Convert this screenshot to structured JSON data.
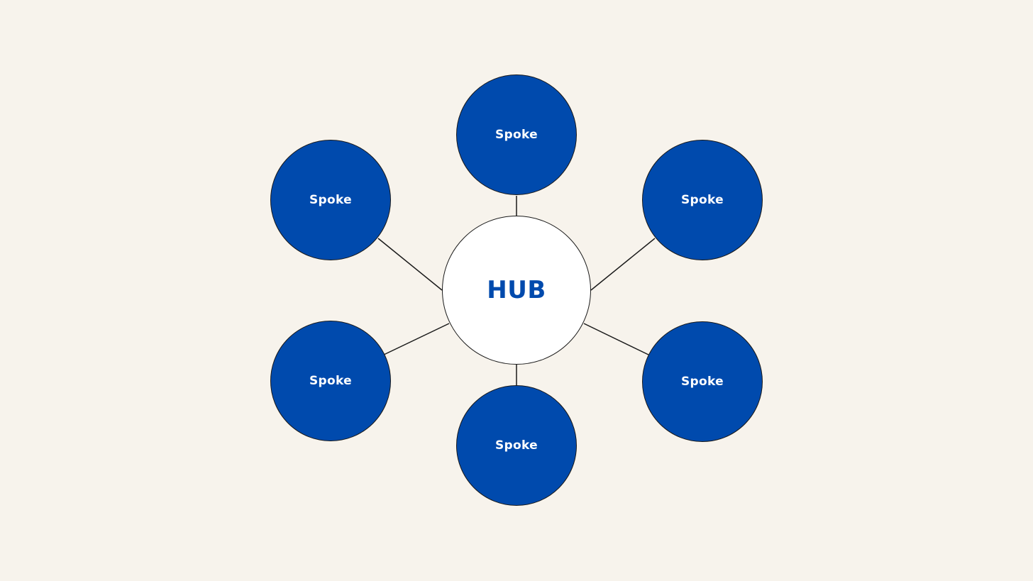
{
  "colors": {
    "background": "#f7f3ec",
    "spoke_fill": "#004aad",
    "hub_fill": "#ffffff",
    "hub_text": "#004aad",
    "spoke_text": "#ffffff",
    "line": "#1a1a1a"
  },
  "hub": {
    "label": "HUB"
  },
  "spokes": [
    {
      "label": "Spoke"
    },
    {
      "label": "Spoke"
    },
    {
      "label": "Spoke"
    },
    {
      "label": "Spoke"
    },
    {
      "label": "Spoke"
    },
    {
      "label": "Spoke"
    }
  ]
}
